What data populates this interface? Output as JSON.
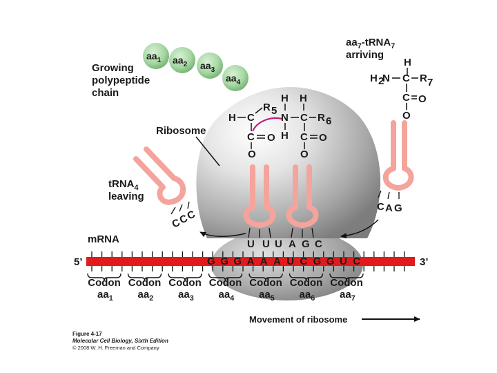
{
  "labels": {
    "growing_chain": [
      "Growing",
      "polypeptide",
      "chain"
    ],
    "ribosome": "Ribosome",
    "trna_leaving": [
      "tRNA4",
      "leaving"
    ],
    "aa7_arriving": [
      "aa7-tRNA7",
      "arriving"
    ],
    "mrna": "m­RNA",
    "five_prime": "5’",
    "three_prime": "3’",
    "movement": "Movement of ribosome"
  },
  "chain_beads": [
    "aa1",
    "aa2",
    "aa3",
    "aa4"
  ],
  "anticodon_leaving": [
    "C",
    "C",
    "C"
  ],
  "anticodon_arriving": [
    "C",
    "A",
    "G"
  ],
  "anticodon_top": [
    "U",
    "U",
    "U",
    "A",
    "G",
    "C"
  ],
  "mrna_bases": [
    "G",
    "G",
    "G",
    "A",
    "A",
    "A",
    "U",
    "C",
    "G",
    "G",
    "U",
    "C"
  ],
  "codons": [
    {
      "label": "Codon",
      "aa": "aa1"
    },
    {
      "label": "Codon",
      "aa": "aa2"
    },
    {
      "label": "Codon",
      "aa": "aa3"
    },
    {
      "label": "Codon",
      "aa": "aa4"
    },
    {
      "label": "Codon",
      "aa": "aa5"
    },
    {
      "label": "Codon",
      "aa": "aa6"
    },
    {
      "label": "Codon",
      "aa": "aa7"
    }
  ],
  "chem": {
    "residue5": "R5",
    "residue6": "R6",
    "residue7": "R7"
  },
  "caption": {
    "figure": "Figure 4-17",
    "book": "Molecular Cell Biology, Sixth Edition",
    "copyright": "© 2008 W. H. Freeman and Company"
  },
  "colors": {
    "mrna": "#e31a1c",
    "trna": "#f4a49c",
    "bead": "#a7d8a5",
    "bond": "#c0207a",
    "ribosome": "#bdbdbd"
  }
}
